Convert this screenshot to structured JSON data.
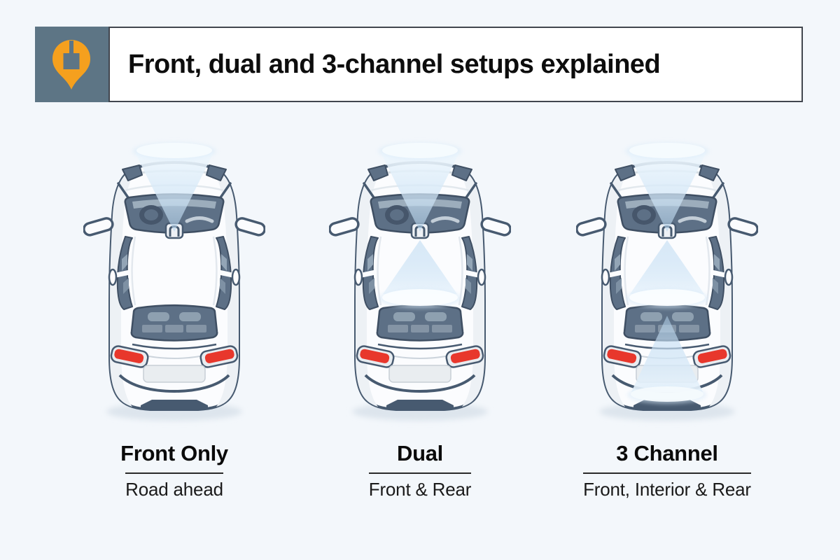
{
  "page": {
    "background_color": "#f3f7fb"
  },
  "header": {
    "title": "Front, dual and 3-channel setups explained",
    "icon": "location-pin-icon",
    "icon_box_color": "#5d7585",
    "pin_color": "#f5a01e",
    "box_border_color": "#41464e"
  },
  "figures": [
    {
      "title": "Front Only",
      "subtitle": "Road ahead",
      "beams": {
        "front": true,
        "mid": false,
        "rear": false
      }
    },
    {
      "title": "Dual",
      "subtitle": "Front & Rear",
      "beams": {
        "front": true,
        "mid": true,
        "rear": false
      }
    },
    {
      "title": "3 Channel",
      "subtitle": "Front, Interior & Rear",
      "beams": {
        "front": true,
        "mid": true,
        "rear": true
      }
    }
  ],
  "colors": {
    "car_outline": "#475a70",
    "car_body": "#fbfcfe",
    "glass": "#5d7086",
    "glass_dark": "#3f4f63",
    "glass_highlight": "#a7b7c5",
    "seat_light": "#8ea0b0",
    "taillight_red": "#e8372c",
    "beam_blue": "#b6d6f0",
    "beam_glow": "#f6fbfe",
    "shadow": "#dde5ed",
    "label_text": "#111111"
  }
}
